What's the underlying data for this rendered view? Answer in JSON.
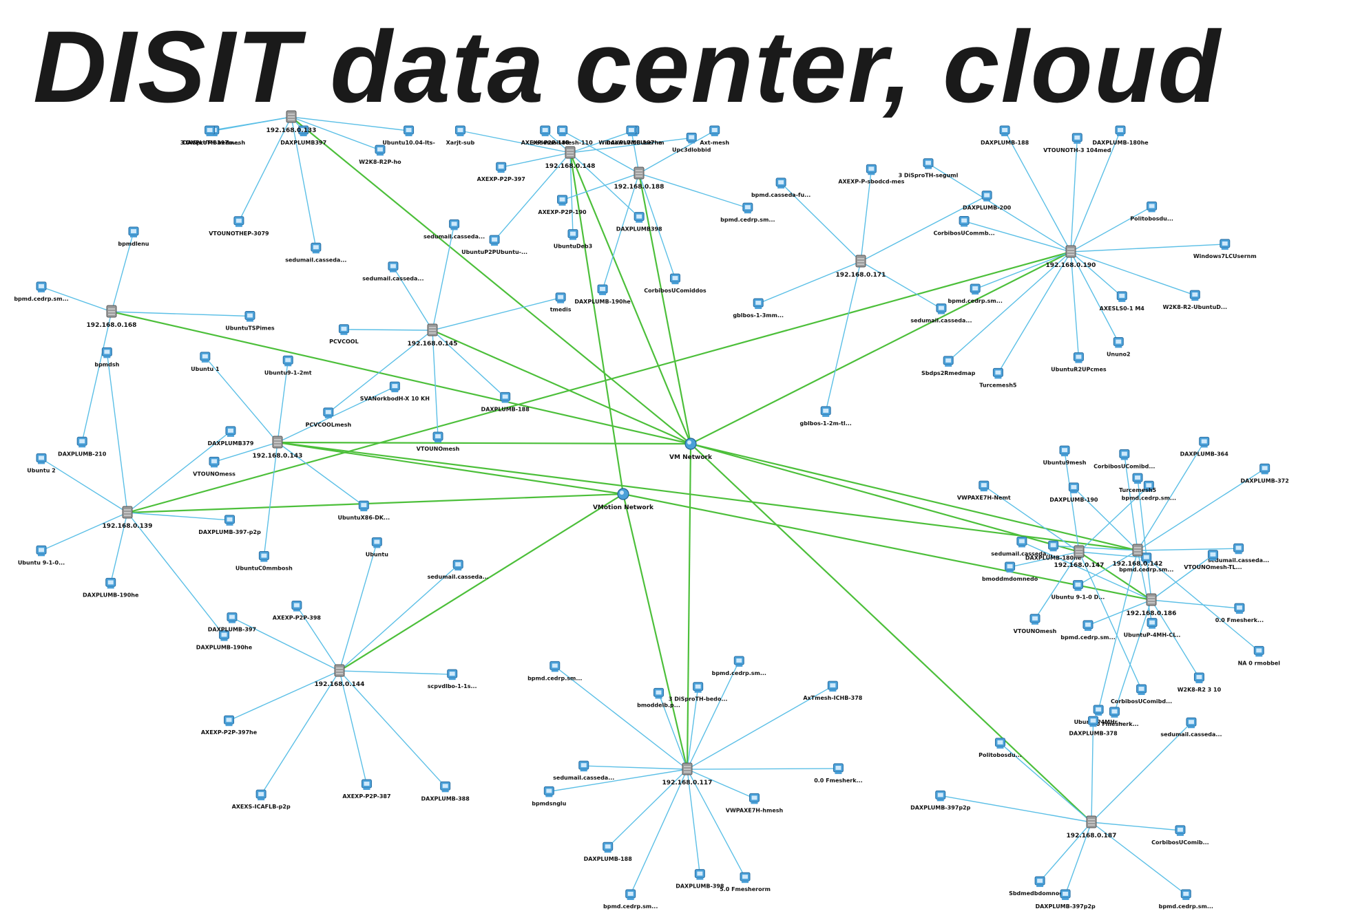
{
  "title": "DISIT data center, cloud",
  "colors": {
    "background": "#ffffff",
    "access_link": "#5bbfe6",
    "core_link": "#4cbf3a",
    "title_fill": "#1a1a1a",
    "title_outline": "#ffffff",
    "server_icon": "#9a9a9a",
    "vm_icon": "#4aa0d8",
    "vm_icon_highlight": "#cfe9fb",
    "label": "#111111"
  },
  "network": {
    "hubs": [
      {
        "id": "h1",
        "label": "192.168.0.133",
        "kind": "server"
      },
      {
        "id": "h2",
        "label": "192.168.0.148",
        "kind": "server"
      },
      {
        "id": "h3",
        "label": "192.168.0.188",
        "kind": "server"
      },
      {
        "id": "h4",
        "label": "192.168.0.145",
        "kind": "server"
      },
      {
        "id": "h5",
        "label": "192.168.0.171",
        "kind": "server"
      },
      {
        "id": "h6",
        "label": "192.168.0.190",
        "kind": "server"
      },
      {
        "id": "h7",
        "label": "192.168.0.168",
        "kind": "server"
      },
      {
        "id": "h8",
        "label": "192.168.0.147",
        "kind": "server"
      },
      {
        "id": "h9",
        "label": "192.168.0.143",
        "kind": "server"
      },
      {
        "id": "h10",
        "label": "192.168.0.139",
        "kind": "server"
      },
      {
        "id": "h11",
        "label": "192.168.0.144",
        "kind": "server"
      },
      {
        "id": "h12",
        "label": "192.168.0.117",
        "kind": "server"
      },
      {
        "id": "h13",
        "label": "192.168.0.142",
        "kind": "server"
      },
      {
        "id": "h14",
        "label": "192.168.0.186",
        "kind": "server"
      },
      {
        "id": "h15",
        "label": "192.168.0.187",
        "kind": "server"
      },
      {
        "id": "c1",
        "label": "VM Network",
        "kind": "switch"
      },
      {
        "id": "c2",
        "label": "VMotion Network",
        "kind": "switch"
      }
    ],
    "core_links": [
      [
        "c1",
        "h1"
      ],
      [
        "c1",
        "h2"
      ],
      [
        "c1",
        "h3"
      ],
      [
        "c1",
        "h4"
      ],
      [
        "c1",
        "h6"
      ],
      [
        "c1",
        "h7"
      ],
      [
        "c1",
        "h8"
      ],
      [
        "c1",
        "h9"
      ],
      [
        "c1",
        "h12"
      ],
      [
        "c1",
        "h13"
      ],
      [
        "c1",
        "h15"
      ],
      [
        "c2",
        "h2"
      ],
      [
        "c2",
        "h9"
      ],
      [
        "c2",
        "h10"
      ],
      [
        "c2",
        "h11"
      ],
      [
        "c2",
        "h14"
      ],
      [
        "c2",
        "h12"
      ],
      [
        "h10",
        "h6"
      ],
      [
        "h8",
        "h14"
      ],
      [
        "h9",
        "h13"
      ]
    ],
    "groups": [
      {
        "hub": "h1",
        "vms": [
          "DAVPLUMB397mesh",
          "3 DiSproTH-bedo...",
          "DAXPLUMB397",
          "Ubuntu10.04-lts-",
          "W2K8-R2P-ho",
          "sedumail.casseda...",
          "VTOUNOTHEP-3079"
        ]
      },
      {
        "hub": "h2",
        "vms": [
          "UbuntuDeb3",
          "UbuntuP2PUbuntu-...",
          "AXEXP-P2P-397",
          "Xarjt-sub",
          "AXEXP-P2P-188",
          "DAXPLUMB-197he",
          "Upc3dlobbid",
          "DAXPLUMB398"
        ]
      },
      {
        "hub": "h3",
        "vms": [
          "CorbibosUComiddos",
          "DAXPLUMB-190he",
          "AXEXP-P2P-190",
          "sedumail-Mesh-110",
          "Windows7-LCUsernm",
          "Axt-mesh",
          "bpmd.cedrp.sm..."
        ]
      },
      {
        "hub": "h4",
        "vms": [
          "VTOUNOmesh",
          "PCVCOOLmesh",
          "PCVCOOL",
          "sedumail.casseda...",
          "sedumail.casseda...",
          "tmedis",
          "DAXPLUMB-188"
        ]
      },
      {
        "hub": "h5",
        "vms": [
          "gblbos-1-3mm...",
          "bpmd.casseda-fu...",
          "AXEXP-P-sbodcd-mes",
          "DAXPLUMB-200",
          "sedumail.casseda...",
          "gblbos-1-2m-tl..."
        ]
      },
      {
        "hub": "h6",
        "vms": [
          "Windows7LCUsernm",
          "W2K8-R2-UbuntuD...",
          "AXESLS0-1 M4",
          "Ununo2",
          "UbuntuR2UPcmes",
          "Turcemesh5",
          "Sbdps2Rmedmap",
          "bpmd.cedrp.sm...",
          "CorbibosUCommb...",
          "3 DiSproTH-seguml",
          "DAXPLUMB-188",
          "VTOUNOTH-3 104med",
          "DAXPLUMB-180he",
          "Politobosdu..."
        ]
      },
      {
        "hub": "h7",
        "vms": [
          "UbuntuTSPimes",
          "DAXPLUMB-210",
          "bpmd.cedrp.sm...",
          "bpmdlenu"
        ]
      },
      {
        "hub": "h8",
        "vms": [
          "bpmd.cedrp.sm...",
          "CorbibosUComibd...",
          "VTOUNOmesh",
          "bmoddmdomnedo",
          "VWPAXE7H-Nemt",
          "Ubuntu9mesh",
          "bpmd.cedrp.sm..."
        ]
      },
      {
        "hub": "h9",
        "vms": [
          "Ubuntu9-1-2mt",
          "SVANorkbodH-X 10 KH",
          "UbuntuX86-DK...",
          "UbuntuC0mmbosh",
          "VTOUNOmess",
          "Ubuntu 1"
        ]
      },
      {
        "hub": "h10",
        "vms": [
          "bpmdsh",
          "DAXPLUMB379",
          "DAXPLUMB-397-p2p",
          "DAXPLUMB-190he",
          "DAXPLUMB-190he",
          "Ubuntu 9-1-0...",
          "Ubuntu 2"
        ]
      },
      {
        "hub": "h11",
        "vms": [
          "AXEXP-P2P-397he",
          "DAXPLUMB-397",
          "AXEXP-P2P-398",
          "Ubuntu",
          "sedumail.casseda...",
          "scpvdlbo-1-1s...",
          "DAXPLUMB-388",
          "AXEXP-P2P-387",
          "AXEXS-ICAFLB-p2p"
        ]
      },
      {
        "hub": "h12",
        "vms": [
          "AxTmesh-ICHB-378",
          "0.0 Fmesherk...",
          "VWPAXE7H-hmesh",
          "5.0 Fmesherorm",
          "DAXPLUMB-398",
          "bpmd.cedrp.sm...",
          "DAXPLUMB-188",
          "bpmdsnglu",
          "sedumail.casseda...",
          "bpmd.cedrp.sm...",
          "bmoddelb.p...",
          "3 DiSproTH-bedo...",
          "bpmd.cedrp.sm..."
        ]
      },
      {
        "hub": "h13",
        "vms": [
          "UbuntuP4MHr...",
          "Ubuntu 9-1-0 D...",
          "DAXPLUMB-180he",
          "DAXPLUMB-190",
          "CorbibosUComibd...",
          "DAXPLUMB-364",
          "DAXPLUMB-372",
          "sedumail.casseda...",
          "NA 0 rmobbel",
          "UbuntuP-4MH-CL.."
        ]
      },
      {
        "hub": "h14",
        "vms": [
          "W2K8-R2 3 10",
          "0.0 Fmesherk...",
          "bpmd.cedrp.sm...",
          "sedumail.casseda...",
          "Turcemesh5",
          "VTOUNOmesh-TL...",
          "0.0 Fmesherk..."
        ]
      },
      {
        "hub": "h15",
        "vms": [
          "Sbdmedbdomnoged",
          "DAXPLUMB-397p2p",
          "Politobosdu...",
          "DAXPLUMB-378",
          "sedumail.casseda...",
          "CorbibosUComib...",
          "bpmd.cedrp.sm...",
          "DAXPLUMB-397p2p"
        ]
      }
    ]
  }
}
